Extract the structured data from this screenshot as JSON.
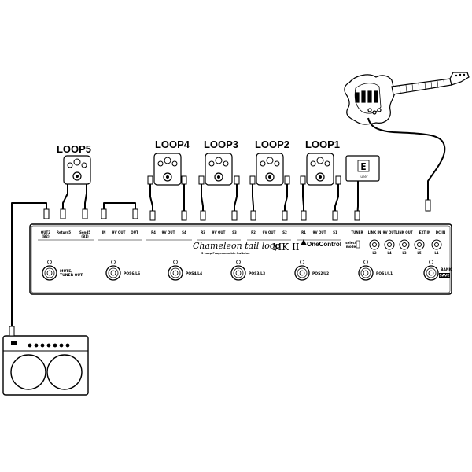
{
  "loops": [
    {
      "title": "LOOP5"
    },
    {
      "title": "LOOP4"
    },
    {
      "title": "LOOP3"
    },
    {
      "title": "LOOP2"
    },
    {
      "title": "LOOP1"
    }
  ],
  "jack_labels": {
    "out2": "OUT2",
    "out2_sub": "(B2)",
    "return5": "Return5",
    "send5": "Send5",
    "send5_sub": "(B1)",
    "in": "IN",
    "out": "OUT",
    "r4": "R4",
    "s4": "S4",
    "r3": "R3",
    "s3": "S3",
    "r2": "R2",
    "s2": "S2",
    "r1": "R1",
    "s1": "S1",
    "tuner": "TUNER",
    "dc_in": "DC IN",
    "link_in": "LINK IN",
    "link_out": "LINK OUT",
    "ext_in": "EXT IN",
    "power_9v_left": "9V OUT",
    "power_9v_mid": "9V OUT",
    "power_9v_right": "9V OUT",
    "power_9v_4": "9V OUT",
    "power_9v_5": "9V OUT",
    "power_9v_6": "9V OUT",
    "mode_select": "select",
    "mode_select2": "mode",
    "small_l2": "L2",
    "small_l4": "L4",
    "small_l3": "L3",
    "small_l5": "L5",
    "small_l1": "L1"
  },
  "switches": [
    {
      "label": "MUTE/",
      "label2": "TUNER OUT"
    },
    {
      "label": "POS6/L6"
    },
    {
      "label": "POS4/L4"
    },
    {
      "label": "POS3/L3"
    },
    {
      "label": "POS2/L2"
    },
    {
      "label": "POS1/L1"
    },
    {
      "label": "BANK",
      "badge": "SAVE"
    }
  ],
  "brand": {
    "script": "Chameleon tail loop",
    "model": "MK II",
    "subtitle": "5 Loop Programmable Switcher",
    "maker": "OneControl"
  },
  "tuner": {
    "display": "E",
    "caption": "Tuner"
  }
}
